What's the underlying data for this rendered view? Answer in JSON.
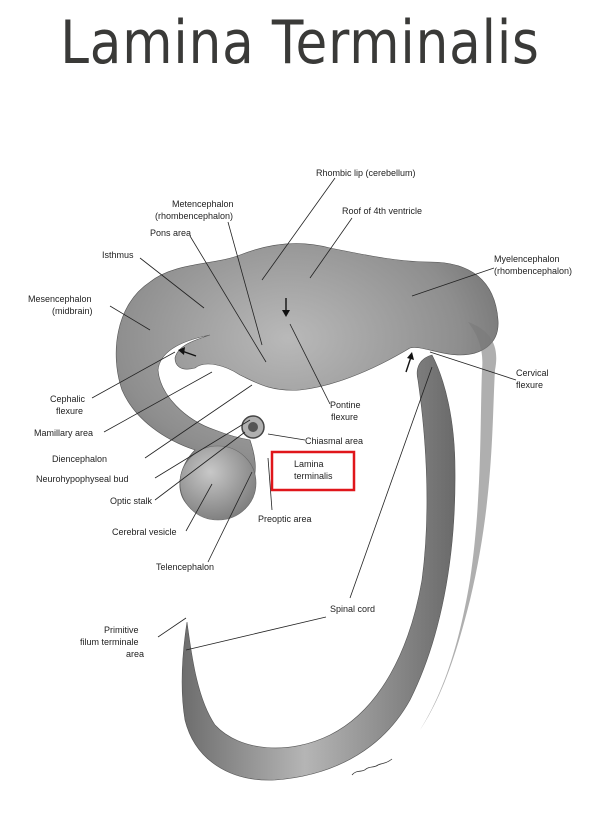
{
  "title": "Lamina Terminalis",
  "labels": {
    "rhombic_lip": "Rhombic lip (cerebellum)",
    "metencephalon_1": "Metencephalon",
    "metencephalon_2": "(rhombencephalon)",
    "roof_4th": "Roof of 4th ventricle",
    "pons_area": "Pons area",
    "isthmus": "Isthmus",
    "myelencephalon_1": "Myelencephalon",
    "myelencephalon_2": "(rhombencephalon)",
    "mesencephalon_1": "Mesencephalon",
    "mesencephalon_2": "(midbrain)",
    "cervical_1": "Cervical",
    "cervical_2": "flexure",
    "cephalic_1": "Cephalic",
    "cephalic_2": "flexure",
    "pontine_1": "Pontine",
    "pontine_2": "flexure",
    "mamillary": "Mamillary area",
    "chiasmal": "Chiasmal area",
    "lamina_1": "Lamina",
    "lamina_2": "terminalis",
    "diencephalon": "Diencephalon",
    "neurohypophyseal": "Neurohypophyseal bud",
    "optic_stalk": "Optic stalk",
    "preoptic": "Preoptic area",
    "cerebral_vesicle": "Cerebral vesicle",
    "telencephalon": "Telencephalon",
    "spinal_cord": "Spinal cord",
    "filum_1": "Primitive",
    "filum_2": "filum terminale",
    "filum_3": "area"
  },
  "highlight_color": "#e0161b"
}
